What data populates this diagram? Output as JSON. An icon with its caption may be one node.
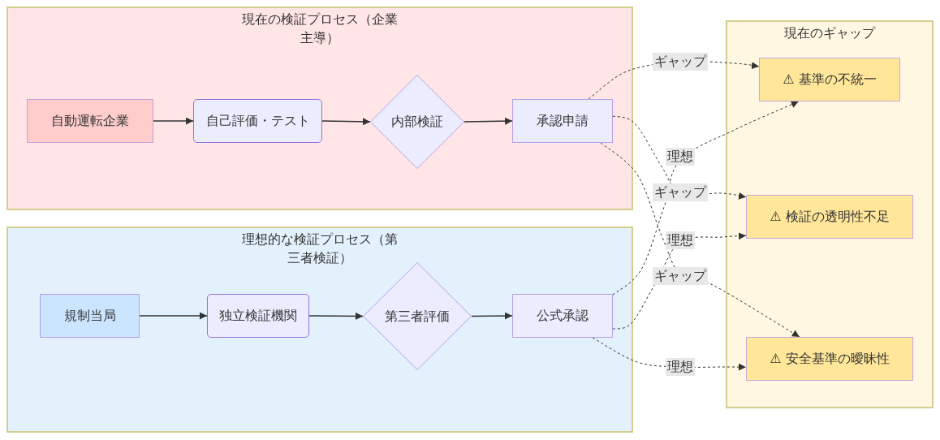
{
  "diagram": {
    "nodes": [
      {
        "text": [
          "現在の検証プロセス（企業主導）"
        ]
      },
      {
        "text": [
          "自動運転企業"
        ],
        "in": 0
      },
      {
        "text": [
          "自己評価・テスト"
        ],
        "in": 0
      },
      {
        "text": [
          "内部検証"
        ],
        "in": 0
      },
      {
        "text": [
          "承認申請"
        ],
        "in": 0
      },
      {
        "text": [
          "理想的な検証プロセス（第三者検証）"
        ]
      },
      {
        "text": [
          "規制当局"
        ],
        "in": 5
      },
      {
        "text": [
          "独立検証機関"
        ],
        "in": 5
      },
      {
        "text": [
          "第三者評価"
        ],
        "in": 5
      },
      {
        "text": [
          "公式承認"
        ],
        "in": 5
      },
      {
        "text": [
          "現在のギャップ"
        ]
      },
      {
        "text": [
          "⚠ 基準の不統一"
        ],
        "in": 10
      },
      {
        "text": [
          "⚠ 検証の透明性不足"
        ],
        "in": 10
      },
      {
        "text": [
          "⚠ 安全基準の曖昧性"
        ],
        "in": 10
      }
    ],
    "edges": [
      {
        "from": 1,
        "to": 2,
        "arrow": "to"
      },
      {
        "from": 2,
        "to": 3,
        "arrow": "to"
      },
      {
        "from": 3,
        "to": 4,
        "arrow": "to"
      },
      {
        "from": 6,
        "to": 7,
        "arrow": "to"
      },
      {
        "from": 7,
        "to": 8,
        "arrow": "to"
      },
      {
        "from": 8,
        "to": 9,
        "arrow": "to"
      },
      {
        "from": 4,
        "to": 11,
        "arrow": "to",
        "label": "ギャップ",
        "style": "dashed"
      },
      {
        "from": 4,
        "to": 12,
        "arrow": "to",
        "label": "ギャップ",
        "style": "dashed"
      },
      {
        "from": 4,
        "to": 13,
        "arrow": "to",
        "label": "ギャップ",
        "style": "dashed"
      },
      {
        "from": 9,
        "to": 11,
        "arrow": "to",
        "label": "理想",
        "style": "dashed"
      },
      {
        "from": 9,
        "to": 12,
        "arrow": "to",
        "label": "理想",
        "style": "dashed"
      },
      {
        "from": 9,
        "to": 13,
        "arrow": "to",
        "label": "理想",
        "style": "dashed"
      }
    ]
  }
}
